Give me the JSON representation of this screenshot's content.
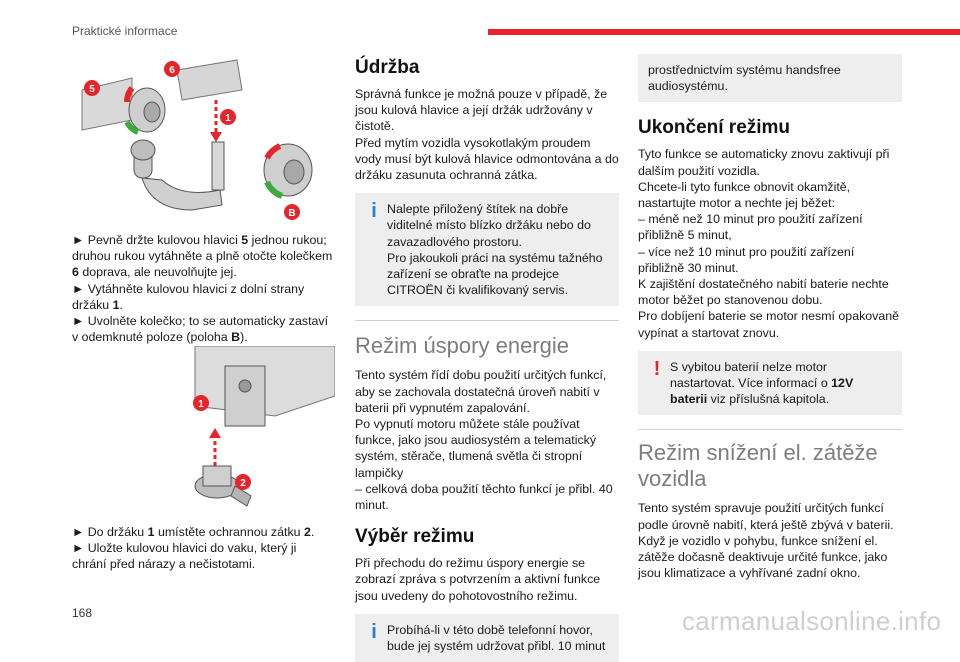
{
  "header": {
    "section": "Praktické informace"
  },
  "page_number": "168",
  "watermark": "carmanualsonline.info",
  "colors": {
    "accent": "#e4262b",
    "info": "#2a7fc8",
    "box_bg": "#eeeeee"
  },
  "figure1": {
    "callouts": [
      "5",
      "6",
      "1",
      "B"
    ]
  },
  "figure2": {
    "callouts": [
      "1",
      "2"
    ]
  },
  "left": {
    "p1": {
      "a": "► Pevně držte kulovou hlavici ",
      "b": "5",
      "c": " jednou rukou; druhou rukou vytáhněte a plně otočte kolečkem ",
      "d": "6",
      "e": " doprava, ale neuvolňujte jej."
    },
    "p2": {
      "a": "► Vytáhněte kulovou hlavici z dolní strany držáku ",
      "b": "1",
      "c": "."
    },
    "p3": {
      "a": "► Uvolněte kolečko; to se automaticky zastaví v odemknuté poloze (poloha ",
      "b": "B",
      "c": ")."
    },
    "p4": {
      "a": "► Do držáku ",
      "b": "1",
      "c": " umístěte ochrannou zátku ",
      "d": "2",
      "e": "."
    },
    "p5": "► Uložte kulovou hlavici do vaku, který ji chrání před nárazy a nečistotami."
  },
  "mid": {
    "udrzba_title": "Údržba",
    "udrzba_text1": "Správná funkce je možná pouze v případě, že jsou kulová hlavice a její držák udržovány v čistotě.",
    "udrzba_text2": "Před mytím vozidla vysokotlakým proudem vody musí být kulová hlavice odmontována a do držáku zasunuta ochranná zátka.",
    "info_box1": "Nalepte přiložený štítek na dobře viditelné místo blízko držáku nebo do zavazadlového prostoru.",
    "info_box1b": "Pro jakoukoli práci na systému tažného zařízení se obraťte na prodejce CITROËN či kvalifikovaný servis.",
    "uspora_title": "Režim úspory energie",
    "uspora_text1": "Tento systém řídí dobu použití určitých funkcí, aby se zachovala dostatečná úroveň nabití v baterii při vypnutém zapalování.",
    "uspora_text2": "Po vypnutí motoru můžete stále používat funkce, jako jsou audiosystém a telematický systém, stěrače, tlumená světla či stropní lampičky",
    "uspora_text3": "– celková doba použití těchto funkcí je přibl. 40 minut.",
    "vyber_title": "Výběr režimu",
    "vyber_text": "Při přechodu do režimu úspory energie se zobrazí zpráva s potvrzením a aktivní funkce jsou uvedeny do pohotovostního režimu.",
    "info_box2": "Probíhá-li v této době telefonní hovor, bude jej systém udržovat přibl. 10 minut"
  },
  "right": {
    "info_box_cont": "prostřednictvím systému handsfree audiosystému.",
    "ukonceni_title": "Ukončení režimu",
    "ukonceni_text1": "Tyto funkce se automaticky znovu zaktivují při dalším použití vozidla.",
    "ukonceni_text2": "Chcete-li tyto funkce obnovit okamžitě, nastartujte motor a nechte jej běžet:",
    "ukonceni_text3": "– méně než 10 minut pro použití zařízení přibližně 5 minut,",
    "ukonceni_text4": "– více než 10 minut pro použití zařízení přibližně 30 minut.",
    "ukonceni_text5": "K zajištění dostatečného nabití baterie nechte motor běžet po stanovenou dobu.",
    "ukonceni_text6": "Pro dobíjení baterie se motor nesmí opakovaně vypínat a startovat znovu.",
    "warn_box": {
      "a": "S vybitou baterií nelze motor nastartovat. Více informací o ",
      "b": "12V baterii",
      "c": " viz příslušná kapitola."
    },
    "snizeni_title": "Režim snížení el. zátěže vozidla",
    "snizeni_text": "Tento systém spravuje použití určitých funkcí podle úrovně nabití, která ještě zbývá v baterii. Když je vozidlo v pohybu, funkce snížení el. zátěže dočasně deaktivuje určité funkce, jako jsou klimatizace a vyhřívané zadní okno."
  }
}
